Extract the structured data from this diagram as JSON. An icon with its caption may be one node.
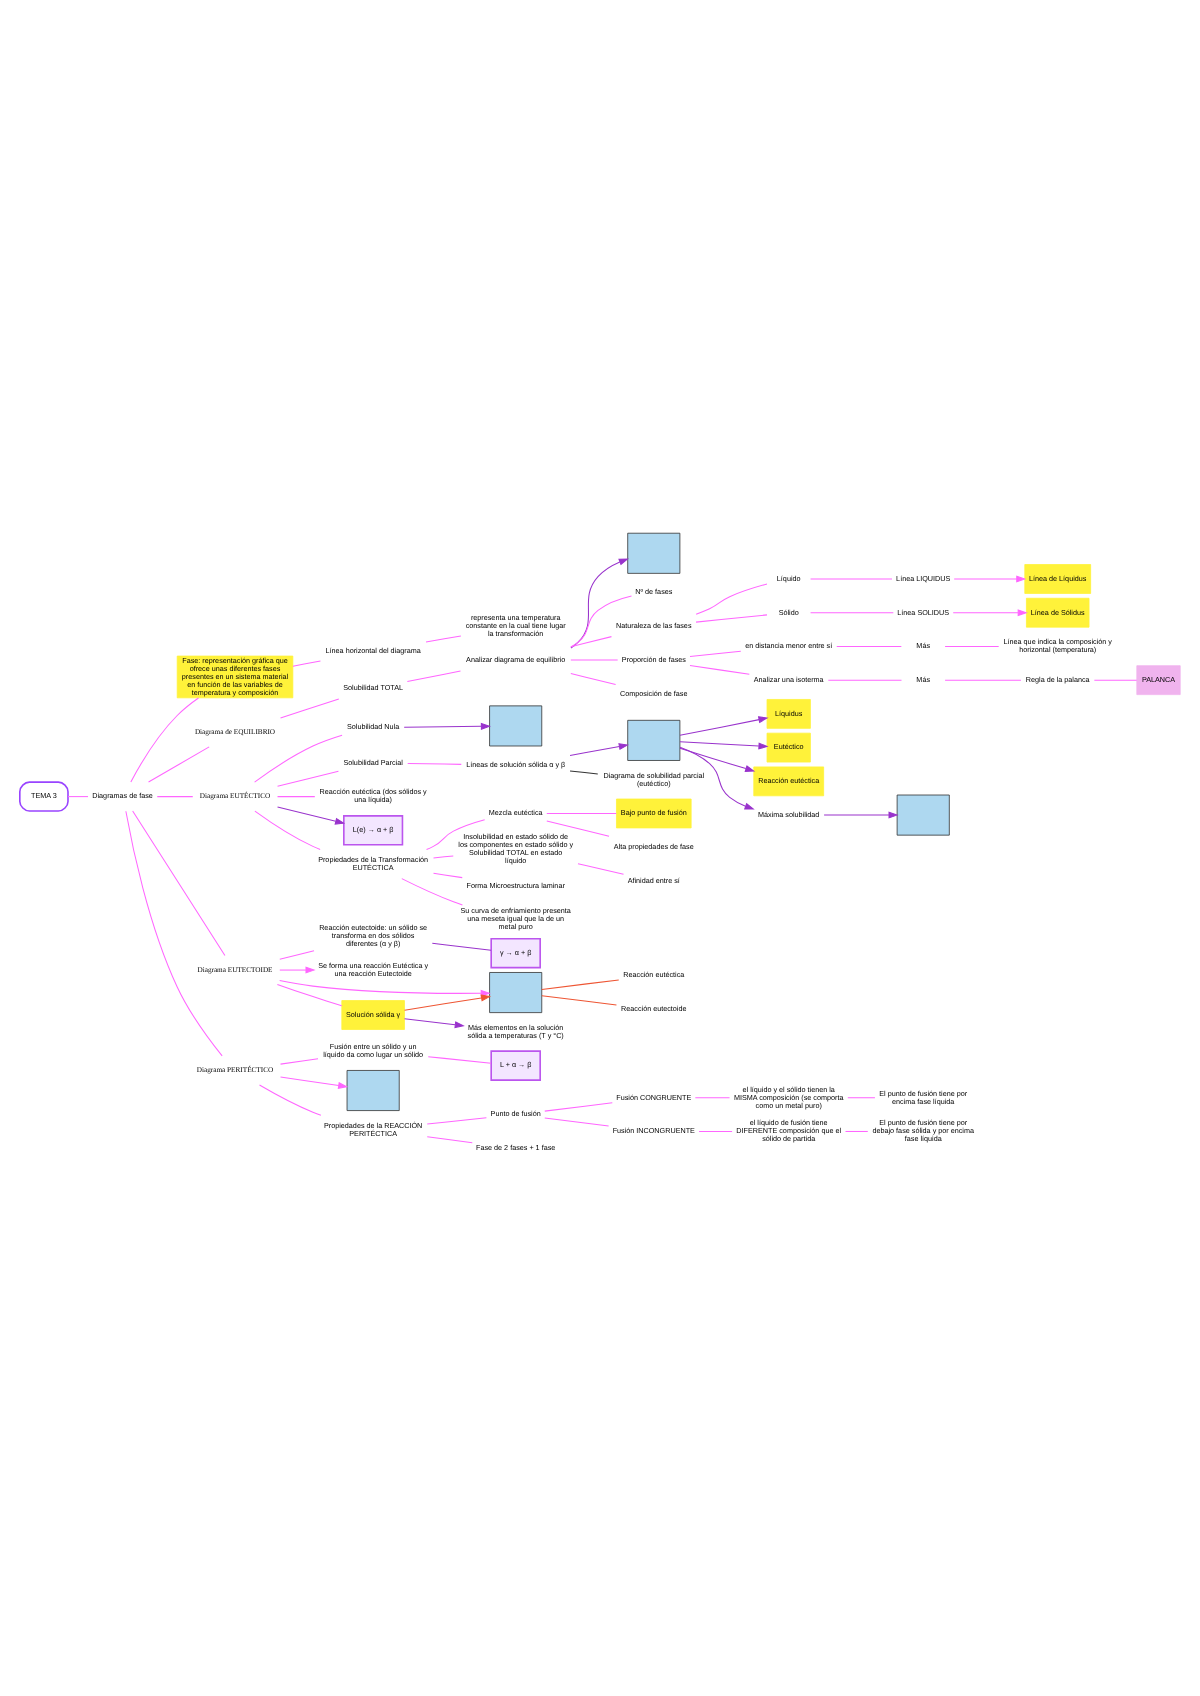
{
  "diagram": {
    "nodes": [
      {
        "text": [
          "TEMA 3"
        ]
      },
      {
        "text": [
          "Diagramas de fase"
        ]
      },
      {
        "text": [
          "Fase: representación gráfica que ofrece unas diferentes fases presentes en un sistema material en función de las variables de temperatura y composición"
        ]
      },
      {
        "text": [
          "Línea horizontal del diagrama"
        ]
      },
      {
        "text": [
          "representa una temperatura constante en la cual tiene lugar la transformación"
        ]
      },
      {
        "text": [
          "Diagrama de EQUILIBRIO"
        ]
      },
      {
        "text": [],
        "shape": "box"
      },
      {
        "text": [
          "Solubilidad TOTAL"
        ]
      },
      {
        "text": [
          "Analizar diagrama de equilibrio"
        ]
      },
      {
        "text": [
          "Nº de fases"
        ]
      },
      {
        "text": [
          "Naturaleza de las fases"
        ]
      },
      {
        "text": [
          "Líquido"
        ]
      },
      {
        "text": [
          "Línea LIQUIDUS"
        ]
      },
      {
        "text": [
          "Línea de Líquidus"
        ]
      },
      {
        "text": [
          "Sólido"
        ]
      },
      {
        "text": [
          "Línea SOLIDUS"
        ]
      },
      {
        "text": [
          "Línea de Sólidus"
        ]
      },
      {
        "text": [
          "Proporción de fases"
        ]
      },
      {
        "text": [
          "en distancia menor entre sí"
        ]
      },
      {
        "text": [
          "Más"
        ]
      },
      {
        "text": [
          "Línea que indica la composición y horizontal (temperatura)"
        ]
      },
      {
        "text": [
          "Analizar una isoterma"
        ]
      },
      {
        "text": [
          "Más"
        ]
      },
      {
        "text": [
          "Regla de la palanca"
        ]
      },
      {
        "text": [
          "PALANCA"
        ]
      },
      {
        "text": [
          "Composición de fase"
        ]
      },
      {
        "text": [
          "Diagrama EUTÉCTICO"
        ]
      },
      {
        "text": [
          "Solubilidad Nula"
        ]
      },
      {
        "text": [],
        "shape": "box"
      },
      {
        "text": [
          "Solubilidad Parcial"
        ]
      },
      {
        "text": [
          "Líneas de solución sólida α y β"
        ]
      },
      {
        "text": [],
        "shape": "box"
      },
      {
        "text": [
          "Líquidus"
        ]
      },
      {
        "text": [
          "Eutéctico"
        ]
      },
      {
        "text": [
          "Reacción eutéctica"
        ]
      },
      {
        "text": [
          "Máxima solubilidad"
        ]
      },
      {
        "text": [],
        "shape": "box"
      },
      {
        "text": [
          "Reacción eutéctica (dos sólidos y una líquida)"
        ]
      },
      {
        "text": [
          "L(e) → α + β"
        ]
      },
      {
        "text": [
          "Propiedades de la Transformación EUTÉCTICA"
        ]
      },
      {
        "text": [
          "Mezcla eutéctica"
        ]
      },
      {
        "text": [
          "Bajo punto de fusión"
        ]
      },
      {
        "text": [
          "Alta propiedades de fase"
        ]
      },
      {
        "text": [
          "Insolubilidad en estado sólido de los componentes en estado sólido y Solubilidad TOTAL en estado líquido"
        ]
      },
      {
        "text": [
          "Afinidad entre sí"
        ]
      },
      {
        "text": [
          "Forma Microestructura laminar"
        ]
      },
      {
        "text": [
          "Su curva de enfriamiento presenta una meseta igual que la de un metal puro"
        ]
      },
      {
        "text": [
          "Diagrama EUTECTOIDE"
        ]
      },
      {
        "text": [
          "Reacción eutectoide: un sólido se transforma en dos sólidos diferentes (α y β)"
        ]
      },
      {
        "text": [
          "γ → α + β"
        ]
      },
      {
        "text": [
          "Se forma una reacción Eutéctica y una reacción Eutectoide"
        ]
      },
      {
        "text": [],
        "shape": "box"
      },
      {
        "text": [
          "Reacción eutéctica"
        ]
      },
      {
        "text": [
          "Reacción eutectoide"
        ]
      },
      {
        "text": [
          "Solución sólida γ"
        ]
      },
      {
        "text": [
          "Más elementos en la solución sólida a temperaturas (T y °C)"
        ]
      },
      {
        "text": [
          "Diagrama PERITÉCTICO"
        ]
      },
      {
        "text": [
          "Fusión entre un sólido y un líquido da como lugar un sólido"
        ]
      },
      {
        "text": [
          "L + α → β"
        ]
      },
      {
        "text": [],
        "shape": "box"
      },
      {
        "text": [
          "Propiedades de la REACCIÓN PERITÉCTICA"
        ]
      },
      {
        "text": [
          "Punto de fusión"
        ]
      },
      {
        "text": [
          "Fusión CONGRUENTE"
        ]
      },
      {
        "text": [
          "el líquido y el sólido tienen la MISMA composición (se comporta como un metal puro)"
        ]
      },
      {
        "text": [
          "El punto de fusión tiene por encima fase líquida"
        ]
      },
      {
        "text": [
          "Fusión INCONGRUENTE"
        ]
      },
      {
        "text": [
          "el líquido de fusión tiene DIFERENTE composición que el sólido de partida"
        ]
      },
      {
        "text": [
          "El punto de fusión tiene por debajo fase sólida y por encima fase líquida"
        ]
      },
      {
        "text": [
          "Fase de 2 fases + 1 fase"
        ]
      },
      {
        "text": [
          "Diagrama de solubilidad parcial (eutéctico)"
        ]
      }
    ],
    "edges": [
      {
        "from": 0,
        "to": 1,
        "arrow": "none"
      },
      {
        "from": 1,
        "to": 2,
        "arrow": "none"
      },
      {
        "from": 2,
        "to": 3,
        "arrow": "none"
      },
      {
        "from": 3,
        "to": 4,
        "arrow": "none"
      },
      {
        "from": 1,
        "to": 5,
        "arrow": "none"
      },
      {
        "from": 5,
        "to": 7,
        "arrow": "none"
      },
      {
        "from": 7,
        "to": 8,
        "arrow": "none"
      },
      {
        "from": 8,
        "to": 6,
        "arrow": "to",
        "color": "#9933cc"
      },
      {
        "from": 8,
        "to": 9,
        "arrow": "none"
      },
      {
        "from": 8,
        "to": 10,
        "arrow": "none"
      },
      {
        "from": 10,
        "to": 11,
        "arrow": "none"
      },
      {
        "from": 11,
        "to": 12,
        "arrow": "none"
      },
      {
        "from": 12,
        "to": 13,
        "arrow": "to"
      },
      {
        "from": 10,
        "to": 14,
        "arrow": "none"
      },
      {
        "from": 14,
        "to": 15,
        "arrow": "none"
      },
      {
        "from": 15,
        "to": 16,
        "arrow": "to"
      },
      {
        "from": 8,
        "to": 17,
        "arrow": "none"
      },
      {
        "from": 17,
        "to": 18,
        "arrow": "none"
      },
      {
        "from": 18,
        "to": 19,
        "arrow": "none"
      },
      {
        "from": 19,
        "to": 20,
        "arrow": "none"
      },
      {
        "from": 17,
        "to": 21,
        "arrow": "none"
      },
      {
        "from": 21,
        "to": 22,
        "arrow": "none"
      },
      {
        "from": 22,
        "to": 23,
        "arrow": "none"
      },
      {
        "from": 23,
        "to": 24,
        "arrow": "none"
      },
      {
        "from": 8,
        "to": 25,
        "arrow": "none"
      },
      {
        "from": 1,
        "to": 26,
        "arrow": "none"
      },
      {
        "from": 26,
        "to": 27,
        "arrow": "none"
      },
      {
        "from": 27,
        "to": 28,
        "arrow": "to",
        "color": "#9933cc"
      },
      {
        "from": 26,
        "to": 29,
        "arrow": "none"
      },
      {
        "from": 29,
        "to": 30,
        "arrow": "none"
      },
      {
        "from": 30,
        "to": 31,
        "arrow": "to",
        "color": "#9933cc"
      },
      {
        "from": 31,
        "to": 32,
        "arrow": "to",
        "color": "#9933cc"
      },
      {
        "from": 31,
        "to": 33,
        "arrow": "to",
        "color": "#9933cc"
      },
      {
        "from": 31,
        "to": 34,
        "arrow": "to",
        "color": "#9933cc"
      },
      {
        "from": 31,
        "to": 35,
        "arrow": "to",
        "color": "#9933cc"
      },
      {
        "from": 35,
        "to": 36,
        "arrow": "to",
        "color": "#9933cc"
      },
      {
        "from": 30,
        "to": 69,
        "arrow": "none",
        "color": "#333333"
      },
      {
        "from": 26,
        "to": 37,
        "arrow": "none"
      },
      {
        "from": 26,
        "to": 38,
        "arrow": "to",
        "color": "#9933cc"
      },
      {
        "from": 26,
        "to": 39,
        "arrow": "none"
      },
      {
        "from": 39,
        "to": 40,
        "arrow": "none"
      },
      {
        "from": 40,
        "to": 41,
        "arrow": "none"
      },
      {
        "from": 40,
        "to": 42,
        "arrow": "none"
      },
      {
        "from": 39,
        "to": 43,
        "arrow": "none"
      },
      {
        "from": 43,
        "to": 44,
        "arrow": "none"
      },
      {
        "from": 39,
        "to": 45,
        "arrow": "none"
      },
      {
        "from": 39,
        "to": 46,
        "arrow": "none"
      },
      {
        "from": 1,
        "to": 47,
        "arrow": "none"
      },
      {
        "from": 47,
        "to": 48,
        "arrow": "none"
      },
      {
        "from": 48,
        "to": 49,
        "arrow": "none",
        "color": "#9933cc"
      },
      {
        "from": 47,
        "to": 50,
        "arrow": "to"
      },
      {
        "from": 47,
        "to": 51,
        "arrow": "to"
      },
      {
        "from": 51,
        "to": 52,
        "arrow": "none",
        "color": "#ee5533"
      },
      {
        "from": 51,
        "to": 53,
        "arrow": "none",
        "color": "#ee5533"
      },
      {
        "from": 47,
        "to": 54,
        "arrow": "none"
      },
      {
        "from": 54,
        "to": 51,
        "arrow": "to",
        "color": "#ee5533"
      },
      {
        "from": 54,
        "to": 55,
        "arrow": "to",
        "color": "#9933cc"
      },
      {
        "from": 1,
        "to": 56,
        "arrow": "none"
      },
      {
        "from": 56,
        "to": 57,
        "arrow": "none"
      },
      {
        "from": 57,
        "to": 58,
        "arrow": "none"
      },
      {
        "from": 56,
        "to": 59,
        "arrow": "to"
      },
      {
        "from": 56,
        "to": 60,
        "arrow": "none"
      },
      {
        "from": 60,
        "to": 61,
        "arrow": "none"
      },
      {
        "from": 61,
        "to": 62,
        "arrow": "none"
      },
      {
        "from": 62,
        "to": 63,
        "arrow": "none"
      },
      {
        "from": 63,
        "to": 64,
        "arrow": "none"
      },
      {
        "from": 61,
        "to": 65,
        "arrow": "none"
      },
      {
        "from": 65,
        "to": 66,
        "arrow": "none"
      },
      {
        "from": 66,
        "to": 67,
        "arrow": "none"
      },
      {
        "from": 60,
        "to": 68,
        "arrow": "none"
      }
    ]
  }
}
